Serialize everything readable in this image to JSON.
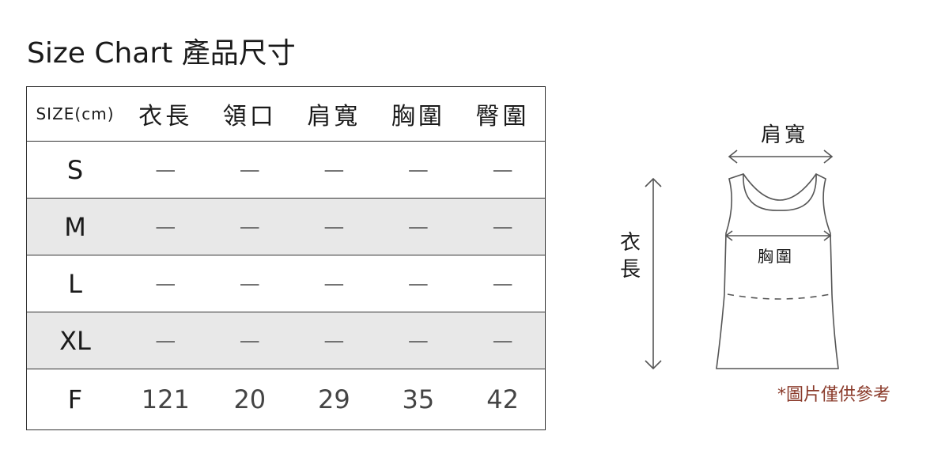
{
  "page": {
    "title": "Size Chart 產品尺寸",
    "note": "*圖片僅供參考"
  },
  "table": {
    "headers": [
      "SIZE(cm)",
      "衣長",
      "領口",
      "肩寬",
      "胸圍",
      "臀圍"
    ],
    "rows": [
      {
        "size": "S",
        "values": [
          "—",
          "—",
          "—",
          "—",
          "—"
        ]
      },
      {
        "size": "M",
        "values": [
          "—",
          "—",
          "—",
          "—",
          "—"
        ]
      },
      {
        "size": "L",
        "values": [
          "—",
          "—",
          "—",
          "—",
          "—"
        ]
      },
      {
        "size": "XL",
        "values": [
          "—",
          "—",
          "—",
          "—",
          "—"
        ]
      },
      {
        "size": "F",
        "values": [
          "121",
          "20",
          "29",
          "35",
          "42"
        ]
      }
    ]
  },
  "diagram": {
    "shoulder_label": "肩寬",
    "length_label": "衣長",
    "chest_label": "胸圍"
  },
  "colors": {
    "text": "#1a1a1a",
    "border": "#333333",
    "row_shade": "#e8e8e8",
    "note": "#8a3a2a"
  }
}
